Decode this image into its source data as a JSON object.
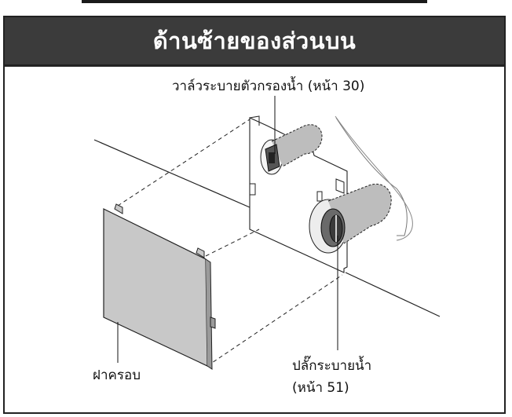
{
  "header": {
    "title": "ด้านซ้ายของส่วนบน"
  },
  "labels": {
    "valve": "วาล์วระบายตัวกรองน้ำ (หน้า 30)",
    "plug_line1": "ปลั๊กระบายน้ำ",
    "plug_line2": "(หน้า 51)",
    "cover": "ฝาครอบ"
  },
  "colors": {
    "header_bg": "#3b3b3b",
    "header_text": "#ffffff",
    "line": "#111111",
    "cover_fill": "#c8c8c8",
    "hose_fill": "#bdbdbd"
  }
}
